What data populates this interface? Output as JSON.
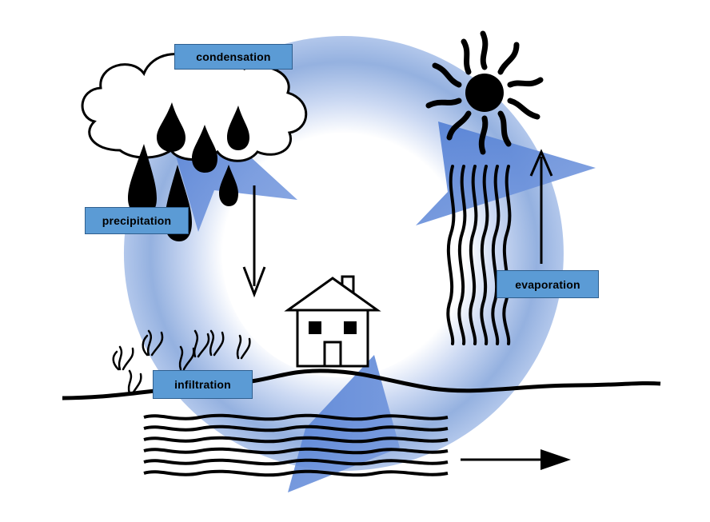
{
  "labels": {
    "condensation": "condensation",
    "precipitation": "precipitation",
    "evaporation": "evaporation",
    "infiltration": "infiltration"
  },
  "colors": {
    "cycle_ring": "#7d9fdc",
    "cycle_arrow": "#5b86d6",
    "label_fill": "#5b9bd5",
    "label_border": "#2f5f8f",
    "ink": "#000000"
  },
  "icons": [
    "cloud-icon",
    "raindrop-icon",
    "sun-icon",
    "house-icon",
    "plant-icon",
    "heat-wave-icon",
    "arrow-icon"
  ]
}
